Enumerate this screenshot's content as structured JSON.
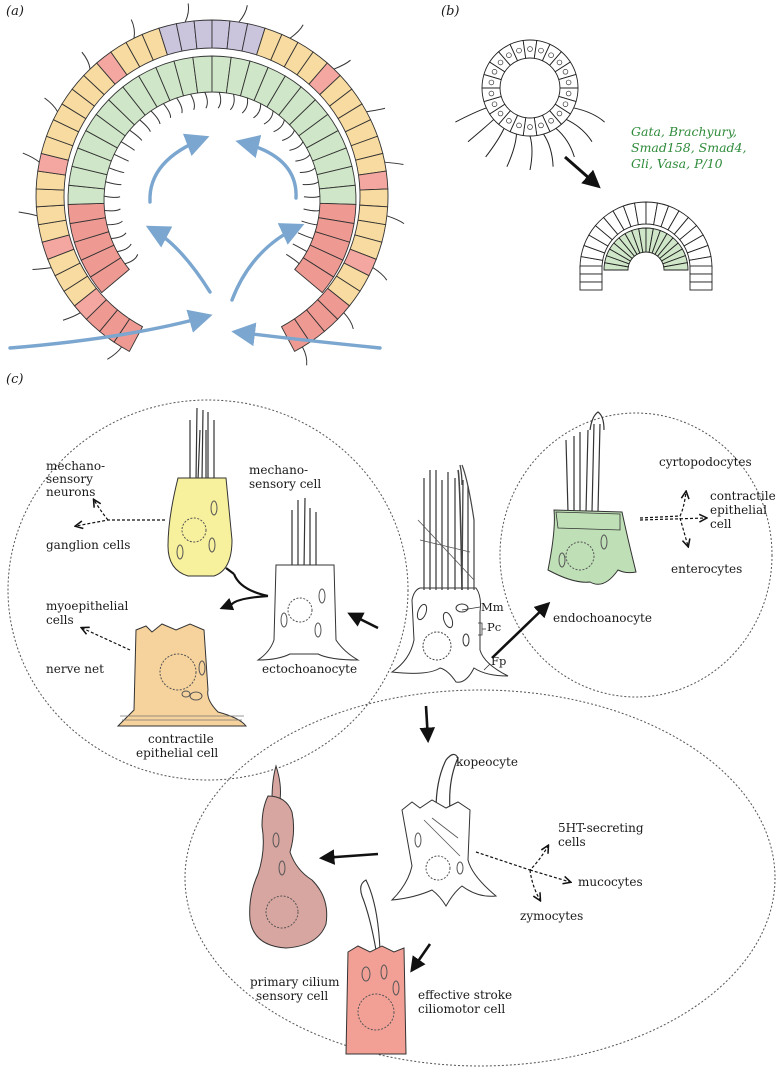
{
  "panels": {
    "a": "(a)",
    "b": "(b)",
    "c": "(c)"
  },
  "genes": {
    "line1": "Gata, Brachyury,",
    "line2": "Smad158, Smad4,",
    "line3": "Gli, Vasa, P/10"
  },
  "labels": {
    "mechanosensory_cell_l1": "mechano-",
    "mechanosensory_cell_l2": "sensory cell",
    "mechanosensory_neurons_l1": "mechano-",
    "mechanosensory_neurons_l2": "sensory",
    "mechanosensory_neurons_l3": "neurons",
    "ganglion_cells": "ganglion cells",
    "myoepithelial_l1": "myoepithelial",
    "myoepithelial_l2": "cells",
    "nerve_net": "nerve net",
    "ectochoanocyte": "ectochoanocyte",
    "contractile_epithelial_l1": "contractile",
    "contractile_epithelial_l2": "epithelial cell",
    "mm": "Mm",
    "pc": "Pc",
    "fp": "Fp",
    "cyrtopodocytes": "cyrtopodocytes",
    "contractile_right_l1": "contractile",
    "contractile_right_l2": "epithelial",
    "contractile_right_l3": "cell",
    "enterocytes": "enterocytes",
    "endochoanocyte": "endochoanocyte",
    "kopeocyte": "kopeocyte",
    "secreting_l1": "5HT-secreting",
    "secreting_l2": "cells",
    "mucocytes": "mucocytes",
    "zymocytes": "zymocytes",
    "primary_cilium_l1": "primary cilium",
    "primary_cilium_l2": "sensory cell",
    "effective_stroke_l1": "effective stroke",
    "effective_stroke_l2": "ciliomotor cell"
  },
  "colors": {
    "outer_yellow": "#f8dba0",
    "outer_red": "#f3a7a0",
    "purple": "#cbc4dd",
    "green": "#cfe6c8",
    "red_cells": "#ee9a93",
    "flow_arrow": "#7aa6cf",
    "mechano_yellow": "#f7f09d",
    "contractile_orange": "#f6d39c",
    "endo_green": "#bfe0b6",
    "primary_cilium": "#d8a6a0",
    "ciliomotor": "#f2a096",
    "gene_text": "#2e8b3a"
  }
}
